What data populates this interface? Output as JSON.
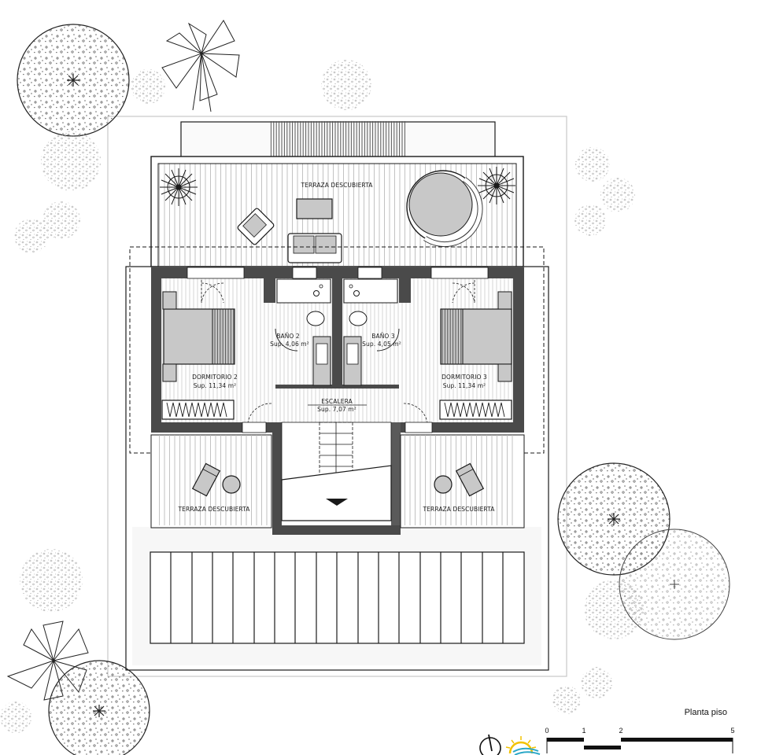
{
  "plan": {
    "title": "Planta piso",
    "colors": {
      "wall": "#4a4a4a",
      "line": "#1a1a1a",
      "furniture_fill": "#c8c8c8",
      "deck_line": "#b0b0b0",
      "tree_dots": "#555555",
      "shrub_dots": "#9a9a9a",
      "sun": "#f2c200",
      "water": "#2aa7c7"
    },
    "rooms": [
      {
        "id": "terraza-norte",
        "name": "TERRAZA DESCUBIERTA",
        "area": ""
      },
      {
        "id": "dormitorio-2",
        "name": "DORMITORIO 2",
        "area": "Sup. 11,34 m²"
      },
      {
        "id": "bano-2",
        "name": "BAÑO 2",
        "area": "Sup. 4,06 m²"
      },
      {
        "id": "bano-3",
        "name": "BAÑO 3",
        "area": "Sup. 4,05 m²"
      },
      {
        "id": "dormitorio-3",
        "name": "DORMITORIO 3",
        "area": "Sup. 11,34 m²"
      },
      {
        "id": "escalera",
        "name": "ESCALERA",
        "area": "Sup. 7,07 m²"
      },
      {
        "id": "terraza-so",
        "name": "TERRAZA DESCUBIERTA",
        "area": ""
      },
      {
        "id": "terraza-se",
        "name": "TERRAZA DESCUBIERTA",
        "area": ""
      }
    ],
    "scale_bar": {
      "ticks": [
        "0",
        "1",
        "2",
        "5"
      ],
      "unit": "m"
    },
    "icons": [
      "north-arrow-icon",
      "sun-sea-logo-icon"
    ]
  }
}
